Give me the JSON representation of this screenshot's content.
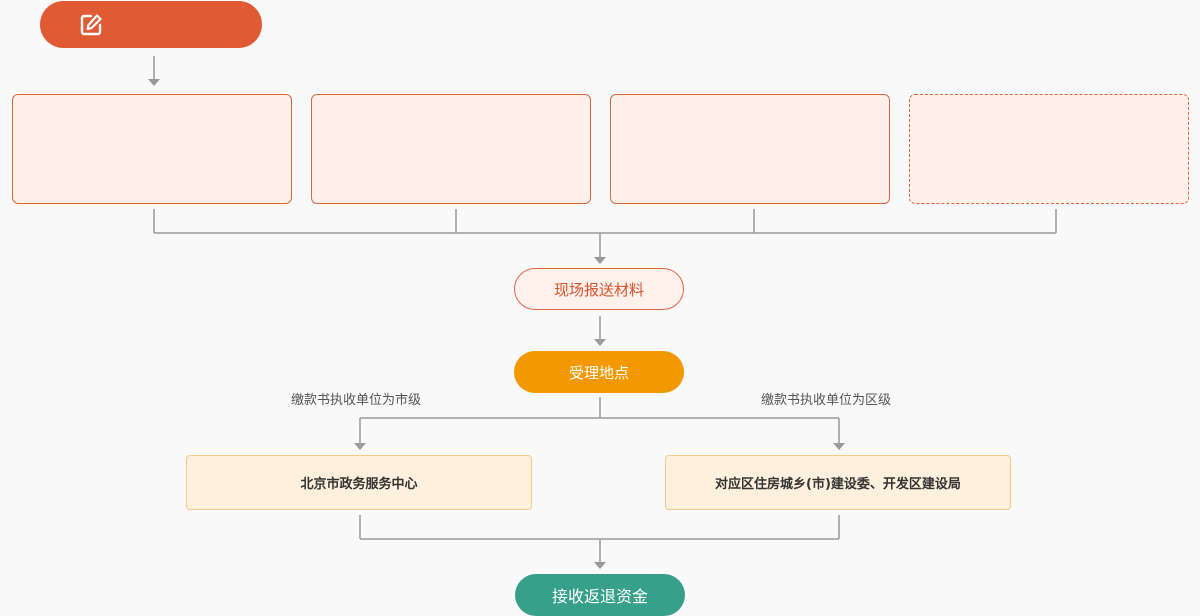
{
  "start": {
    "icon": "edit-icon",
    "label": ""
  },
  "materials": [
    {
      "label": "",
      "style": "solid"
    },
    {
      "label": "",
      "style": "solid"
    },
    {
      "label": "",
      "style": "solid"
    },
    {
      "label": "",
      "style": "dashed"
    }
  ],
  "steps": {
    "submit_onsite": "现场报送材料",
    "accept_location": "受理地点",
    "refund": "接收返退资金"
  },
  "branches": {
    "city_condition": "缴款书执收单位为市级",
    "district_condition": "缴款书执收单位为区级",
    "city_office": "北京市政务服务中心",
    "district_office": "对应区住房城乡(市)建设委、开发区建设局"
  },
  "colors": {
    "start_fill": "#e05b33",
    "box_fill": "#fff1ea",
    "box_border": "#d9683f",
    "accept_fill": "#f39800",
    "office_fill": "#fdf0dc",
    "office_border": "#f2cc88",
    "refund_fill": "#37a08a",
    "connector": "#999999"
  }
}
